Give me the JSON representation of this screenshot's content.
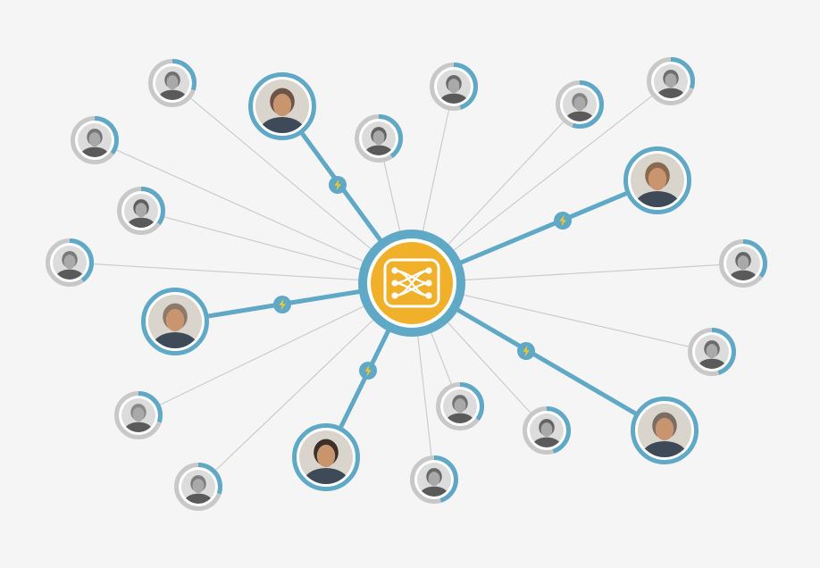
{
  "colors": {
    "background": "#f5f5f5",
    "accent": "#5fa8c6",
    "hub_fill": "#f0b02a",
    "hub_ring": "#5fa8c6",
    "lightning": "#f3c62b",
    "thin_line": "#cccccc",
    "ring_track": "#c8c8c8"
  },
  "hub": {
    "icon": "network-x-logo-icon"
  },
  "people": [
    {
      "id": "p01",
      "connected": true,
      "photo": "color",
      "progress": 1.0,
      "tone": "#6d5446"
    },
    {
      "id": "p02",
      "connected": true,
      "photo": "color",
      "progress": 1.0,
      "tone": "#8a6a4f"
    },
    {
      "id": "p03",
      "connected": true,
      "photo": "color",
      "progress": 1.0,
      "tone": "#8d7a68"
    },
    {
      "id": "p04",
      "connected": true,
      "photo": "color",
      "progress": 1.0,
      "tone": "#3d2f2a"
    },
    {
      "id": "p05",
      "connected": true,
      "photo": "color",
      "progress": 1.0,
      "tone": "#7a6d66"
    },
    {
      "id": "p06",
      "connected": false,
      "photo": "gray",
      "progress": 0.3,
      "tone": "#707070"
    },
    {
      "id": "p07",
      "connected": false,
      "photo": "gray",
      "progress": 0.45,
      "tone": "#6a6a6a"
    },
    {
      "id": "p08",
      "connected": false,
      "photo": "gray",
      "progress": 0.35,
      "tone": "#777777"
    },
    {
      "id": "p09",
      "connected": false,
      "photo": "gray",
      "progress": 0.4,
      "tone": "#636363"
    },
    {
      "id": "p10",
      "connected": false,
      "photo": "gray",
      "progress": 0.55,
      "tone": "#858585"
    },
    {
      "id": "p11",
      "connected": false,
      "photo": "gray",
      "progress": 0.3,
      "tone": "#6f6f6f"
    },
    {
      "id": "p12",
      "connected": false,
      "photo": "gray",
      "progress": 0.35,
      "tone": "#5f5f5f"
    },
    {
      "id": "p13",
      "connected": false,
      "photo": "gray",
      "progress": 0.4,
      "tone": "#7a7a7a"
    },
    {
      "id": "p14",
      "connected": false,
      "photo": "gray",
      "progress": 0.35,
      "tone": "#666666"
    },
    {
      "id": "p15",
      "connected": false,
      "photo": "gray",
      "progress": 0.45,
      "tone": "#6b6b6b"
    },
    {
      "id": "p16",
      "connected": false,
      "photo": "gray",
      "progress": 0.3,
      "tone": "#8a8a8a"
    },
    {
      "id": "p17",
      "connected": false,
      "photo": "gray",
      "progress": 0.35,
      "tone": "#707070"
    },
    {
      "id": "p18",
      "connected": false,
      "photo": "gray",
      "progress": 0.45,
      "tone": "#646464"
    },
    {
      "id": "p19",
      "connected": false,
      "photo": "gray",
      "progress": 0.3,
      "tone": "#7d7d7d"
    },
    {
      "id": "p20",
      "connected": false,
      "photo": "gray",
      "progress": 0.45,
      "tone": "#696969"
    },
    {
      "id": "p21",
      "connected": false,
      "photo": "gray",
      "progress": 0.4,
      "tone": "#5a5a5a"
    }
  ]
}
